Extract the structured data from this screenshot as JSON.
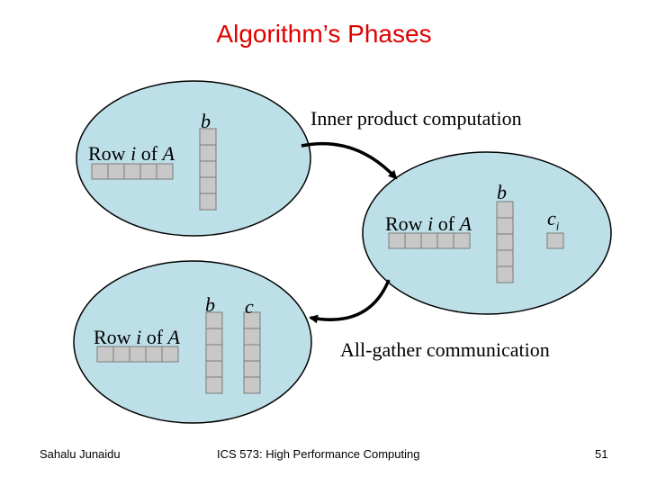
{
  "title": "Algorithm’s Phases",
  "phase1": {
    "b_label": "b",
    "row_prefix": "Row ",
    "row_i": "i",
    "row_of": " of ",
    "row_A": "A",
    "caption": "Inner product computation"
  },
  "phase2": {
    "b_label": "b",
    "row_prefix": "Row ",
    "row_i": "i",
    "row_of": " of ",
    "row_A": "A",
    "c_label": "c",
    "c_sub": "i"
  },
  "phase3": {
    "b_label": "b",
    "c_label": "c",
    "row_prefix": "Row ",
    "row_i": "i",
    "row_of": " of ",
    "row_A": "A",
    "caption": "All-gather communication"
  },
  "footer": {
    "author": "Sahalu Junaidu",
    "course": "ICS 573: High Performance Computing",
    "page": "51"
  },
  "colors": {
    "title": "#e00000",
    "ellipse": "#bde0e8",
    "cell": "#c8c8c8",
    "cell_stroke": "#7a7a7a"
  }
}
